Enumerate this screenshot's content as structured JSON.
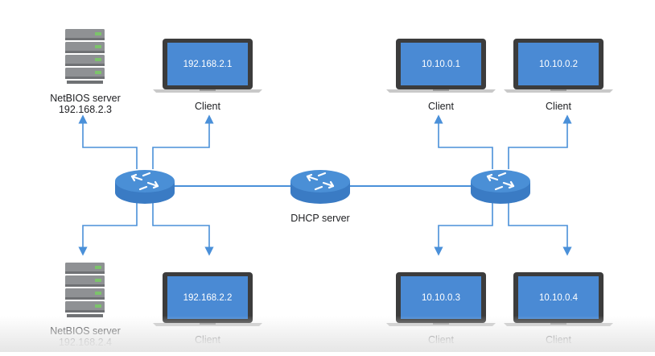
{
  "colors": {
    "link": "#4a90d9",
    "router_top": "#4a8fd6",
    "router_side": "#3a7bc4",
    "laptop_screen": "#4a8ad4",
    "laptop_frame": "#3c3c3c",
    "server_body": "#8f9194",
    "server_led": "#7cc36b"
  },
  "dhcp": {
    "label": "DHCP server"
  },
  "netbios": [
    {
      "name": "NetBIOS server",
      "ip": "192.168.2.3"
    },
    {
      "name": "NetBIOS server",
      "ip": "192.168.2.4"
    }
  ],
  "clients": [
    {
      "ip": "192.168.2.1",
      "label": "Client"
    },
    {
      "ip": "192.168.2.2",
      "label": "Client"
    },
    {
      "ip": "10.10.0.1",
      "label": "Client"
    },
    {
      "ip": "10.10.0.2",
      "label": "Client"
    },
    {
      "ip": "10.10.0.3",
      "label": "Client"
    },
    {
      "ip": "10.10.0.4",
      "label": "Client"
    }
  ],
  "icons": [
    "router-icon",
    "server-icon",
    "laptop-icon",
    "arrow-icon"
  ]
}
